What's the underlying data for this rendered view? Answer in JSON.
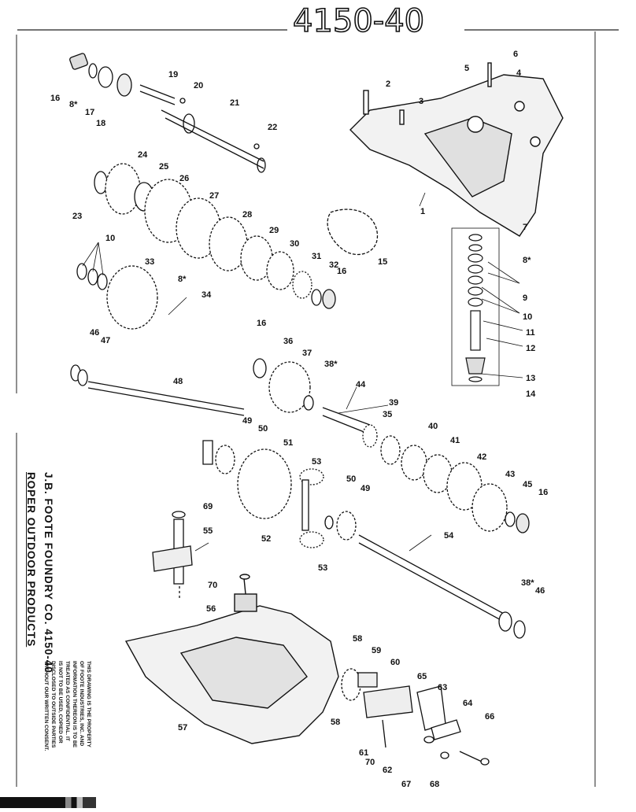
{
  "header": {
    "handwritten_number": "4150-40"
  },
  "side": {
    "company": "J.B. FOOTE FOUNDRY CO.  4150-40",
    "brand": "ROPER OUTDOOR PRODUCTS",
    "notice": "THIS DRAWING IS THE PROPERTY\nOF FOOTE INDUSTRIES, INC. AND\nINFORMATION THEREON IS TO BE\nTREATED AS CONFIDENTIAL. IT\nIS NOT TO BE USED, COPIED OR\nDISCLOSED TO OUTSIDE PARTIES\nWITHOUT OUR WRITTEN CONSENT."
  },
  "callouts": [
    "16",
    "8*",
    "17",
    "18",
    "19",
    "20",
    "21",
    "22",
    "2",
    "3",
    "5",
    "6",
    "4",
    "24",
    "25",
    "26",
    "23",
    "27",
    "28",
    "29",
    "30",
    "31",
    "32",
    "16",
    "15",
    "1",
    "10",
    "33",
    "8*",
    "34",
    "16",
    "7",
    "8*",
    "9",
    "10",
    "11",
    "12",
    "13",
    "14",
    "46",
    "47",
    "48",
    "36",
    "37",
    "38*",
    "44",
    "39",
    "35",
    "49",
    "50",
    "51",
    "40",
    "41",
    "42",
    "43",
    "45",
    "16",
    "53",
    "50",
    "49",
    "69",
    "55",
    "52",
    "54",
    "53",
    "38*",
    "46",
    "70",
    "56",
    "58",
    "59",
    "60",
    "65",
    "63",
    "64",
    "66",
    "57",
    "58",
    "61",
    "70",
    "62",
    "67",
    "68"
  ]
}
